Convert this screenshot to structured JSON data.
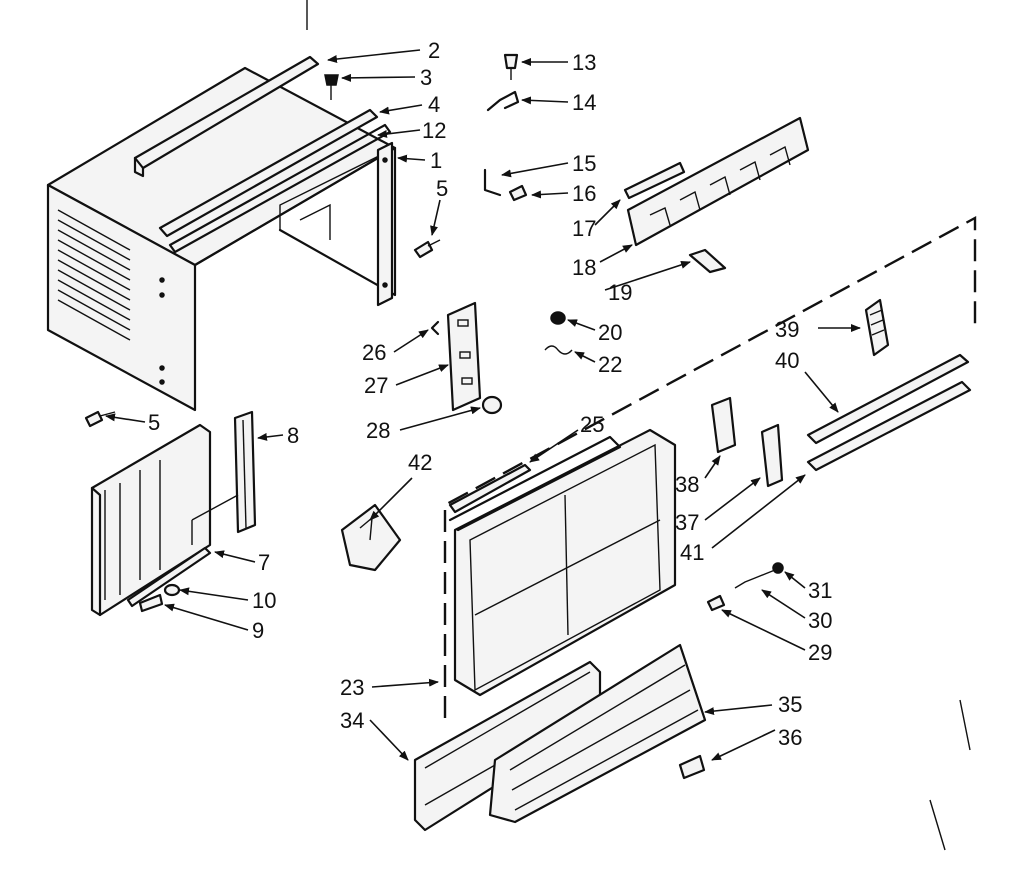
{
  "labels": {
    "p1": "1",
    "p2": "2",
    "p3": "3",
    "p4": "4",
    "p5a": "5",
    "p5b": "5",
    "p7": "7",
    "p8": "8",
    "p9": "9",
    "p10": "10",
    "p12": "12",
    "p13": "13",
    "p14": "14",
    "p15": "15",
    "p16": "16",
    "p17": "17",
    "p18": "18",
    "p19": "19",
    "p20": "20",
    "p22": "22",
    "p23": "23",
    "p25": "25",
    "p26": "26",
    "p27": "27",
    "p28": "28",
    "p29": "29",
    "p30": "30",
    "p31": "31",
    "p34": "34",
    "p35": "35",
    "p36": "36",
    "p37": "37",
    "p38": "38",
    "p39": "39",
    "p40": "40",
    "p41": "41",
    "p42": "42"
  }
}
